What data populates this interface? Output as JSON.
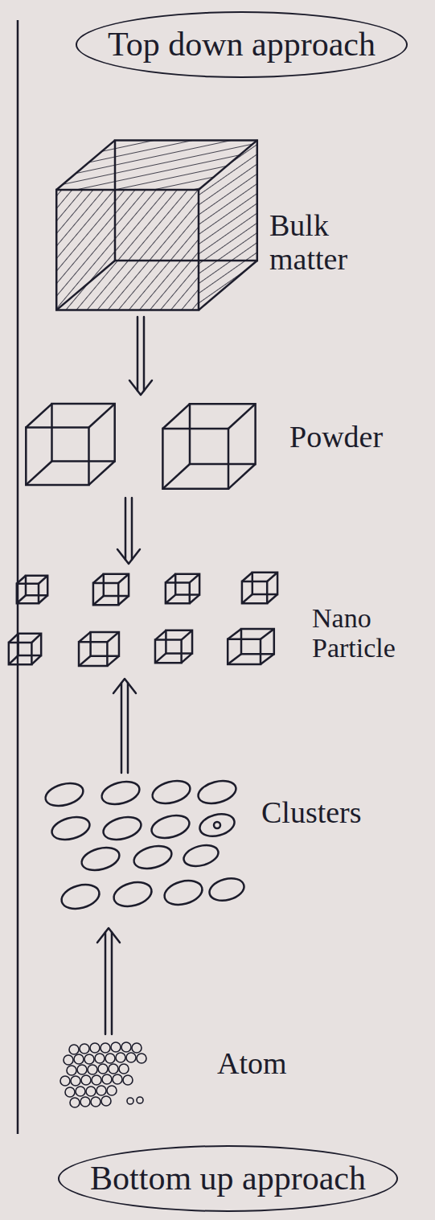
{
  "diagram": {
    "nodes": [
      {
        "text": [
          "Top down approach"
        ]
      },
      {
        "text": [
          "Bulk matter"
        ]
      },
      {
        "text": [
          "Powder"
        ]
      },
      {
        "text": [
          "Nano Particle"
        ]
      },
      {
        "text": [
          "Clusters"
        ]
      },
      {
        "text": [
          "Atom"
        ]
      },
      {
        "text": [
          "Bottom up approach"
        ]
      }
    ],
    "edges": [
      {
        "from": 1,
        "to": 2,
        "arrow": "to"
      },
      {
        "from": 2,
        "to": 3,
        "arrow": "to"
      },
      {
        "from": 4,
        "to": 3,
        "arrow": "to"
      },
      {
        "from": 5,
        "to": 4,
        "arrow": "to"
      }
    ]
  }
}
